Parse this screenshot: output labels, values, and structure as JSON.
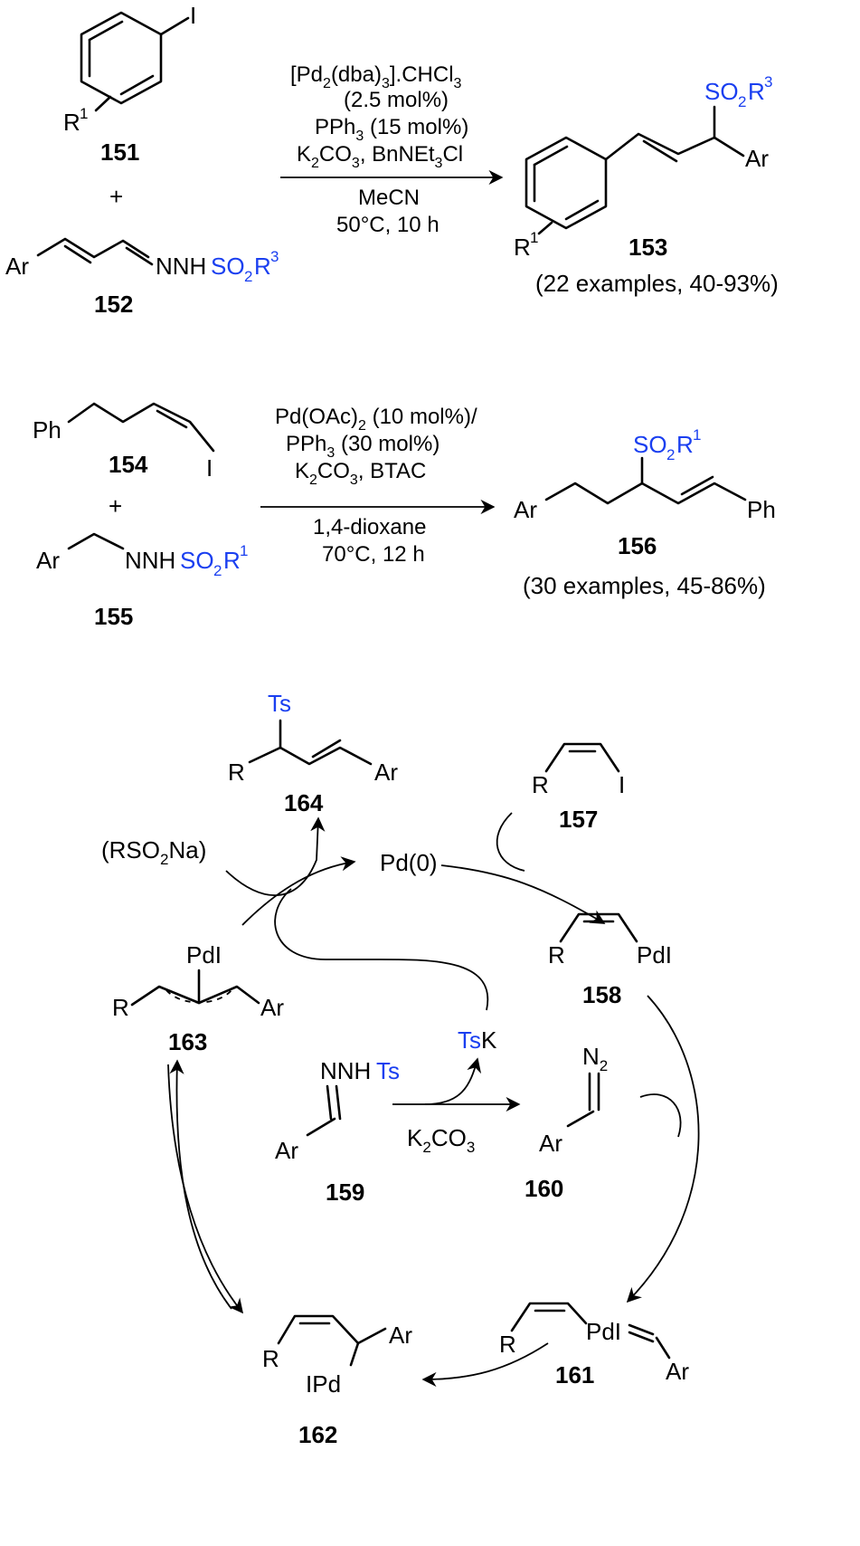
{
  "scheme1": {
    "iodo_label": "I",
    "r1_label": "R",
    "r1_sup": "1",
    "cpd151": "151",
    "plus": "+",
    "ar_label": "Ar",
    "nnh": "NNH",
    "so2r3_so": "SO",
    "so2r3_2": "2",
    "so2r3_r": "R",
    "so2r3_3": "3",
    "cpd152": "152",
    "cond1_a": "[Pd",
    "cond1_a_sub": "2",
    "cond1_a_b": "(dba)",
    "cond1_a_sub2": "3",
    "cond1_a_c": "].CHCl",
    "cond1_a_sub3": "3",
    "cond1_b": "(2.5 mol%)",
    "cond1_c": "PPh",
    "cond1_c_sub": "3",
    "cond1_c_b": " (15 mol%)",
    "cond1_d": "K",
    "cond1_d_sub": "2",
    "cond1_d_b": "CO",
    "cond1_d_sub2": "3",
    "cond1_d_c": ", BnNEt",
    "cond1_d_sub3": "3",
    "cond1_d_d": "Cl",
    "cond1_e": "MeCN",
    "cond1_f": "50°C, 10 h",
    "prod_so2r3": "SO",
    "prod_ar": "Ar",
    "prod_r1": "R",
    "cpd153": "153",
    "yield153": "(22 examples, 40-93%)"
  },
  "scheme2": {
    "ph": "Ph",
    "cpd154": "154",
    "iodo": "I",
    "plus": "+",
    "ar": "Ar",
    "nnh": "NNH",
    "cpd155": "155",
    "cond_a": "Pd(OAc)",
    "cond_a_sub": "2",
    "cond_a_b": " (10 mol%)/",
    "cond_b": "PPh",
    "cond_b_sub": "3",
    "cond_b_b": " (30 mol%)",
    "cond_c": "K",
    "cond_c_b": "CO",
    "cond_c_c": ", BTAC",
    "cond_d": "1,4-dioxane",
    "cond_e": "70°C, 12 h",
    "prod_ar": "Ar",
    "prod_ph": "Ph",
    "cpd156": "156",
    "yield156": "(30 examples, 45-86%)"
  },
  "cycle": {
    "ts": "Ts",
    "r": "R",
    "ar": "Ar",
    "cpd164": "164",
    "cpd157": "157",
    "i": "I",
    "rso2na_a": "(RSO",
    "rso2na_b": "Na)",
    "pd0": "Pd(0)",
    "pdi": "PdI",
    "cpd158": "158",
    "cpd163": "163",
    "tsk_k": "K",
    "nnh": "NNH",
    "cpd159": "159",
    "k2co3_k": "K",
    "k2co3_co": "CO",
    "n2": "N",
    "cpd160": "160",
    "pdi_eq": "PdI",
    "cpd161": "161",
    "ipd": "IPd",
    "cpd162": "162"
  }
}
